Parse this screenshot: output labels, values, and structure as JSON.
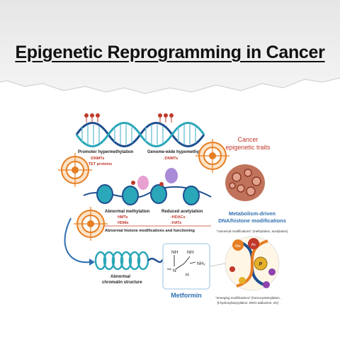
{
  "title": "Epigenetic Reprogramming in Cancer",
  "diagram": {
    "promoter_hypermethylation": "Promoter hypermethylation",
    "dnmts_up": "↑DNMTs",
    "tet_down": "↓TET proteins",
    "genome_hypomethylation": "Genome-wide hypomethylation",
    "dnmts_down": "↓DNMTs",
    "cancer_traits_line1": "Cancer",
    "cancer_traits_line2": "epigenetic traits",
    "abnormal_methylation": "Abnormal methylation",
    "hmts_up": "HMTs",
    "hdms_up": "HDMs",
    "reduced_acetylation": "Reduced acetylation",
    "hdacs_up": "↑HDACs",
    "hats_down": "↓HATs",
    "abnormal_histone": "Abnormal histone modifications and functioning",
    "metabolism_line1": "Metabolism-driven",
    "metabolism_line2": "DNA/histone modifications",
    "canonical_mods": "\"canonical modifications\" (methylation, acetylation)",
    "abnormal_chromatin_line1": "Abnormal",
    "abnormal_chromatin_line2": "chromatin structure",
    "metformin": "Metformin",
    "emerging_line1": "\"emerging modifications\" (homocysteinylation,",
    "emerging_line2": "β-hydroxybutyrylation, MGO adduction, etc)",
    "chem_nh1": "NH",
    "chem_nh2": "NH",
    "chem_nh3": "NH₂",
    "chem_n": "N",
    "chem_h": "H",
    "badge_me": "Me",
    "badge_ac": "Ac",
    "badge_p": "P"
  },
  "colors": {
    "title": "#111111",
    "label_red": "#c0392b",
    "label_blue": "#2e6fb0",
    "helix_blue": "#1e4f8f",
    "helix_teal": "#2aa7b8"
  }
}
